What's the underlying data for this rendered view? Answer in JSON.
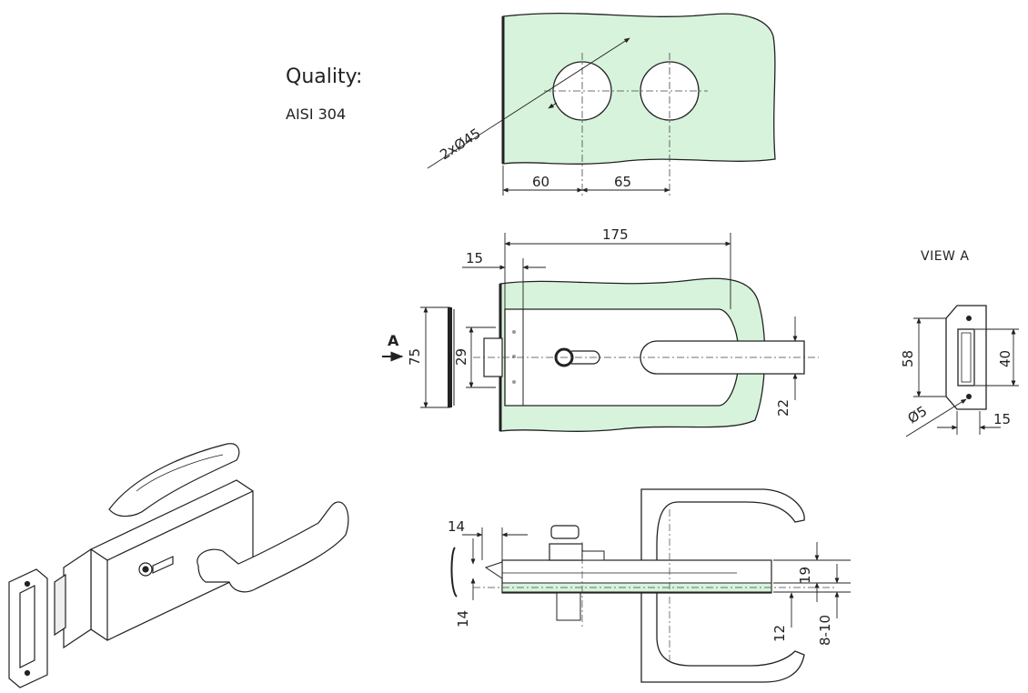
{
  "quality": {
    "label": "Quality:",
    "material": "AISI 304"
  },
  "view_a": {
    "title": "VIEW A",
    "dims": {
      "height": "58",
      "slot": "40",
      "hole": "Ø5",
      "width": "15"
    }
  },
  "top_view": {
    "hole_label": "2xØ45",
    "dim_left": "60",
    "dim_right": "65"
  },
  "front_view": {
    "section_marker": "A",
    "overall": "175",
    "offset": "15",
    "height": "75",
    "plate": "29",
    "handle": "22"
  },
  "bottom_view": {
    "top_offset": "14",
    "left_height": "14",
    "right_a": "19",
    "right_b": "12",
    "glass": "8-10"
  },
  "colors": {
    "glass": "#d8f3dc",
    "line": "#222222"
  }
}
